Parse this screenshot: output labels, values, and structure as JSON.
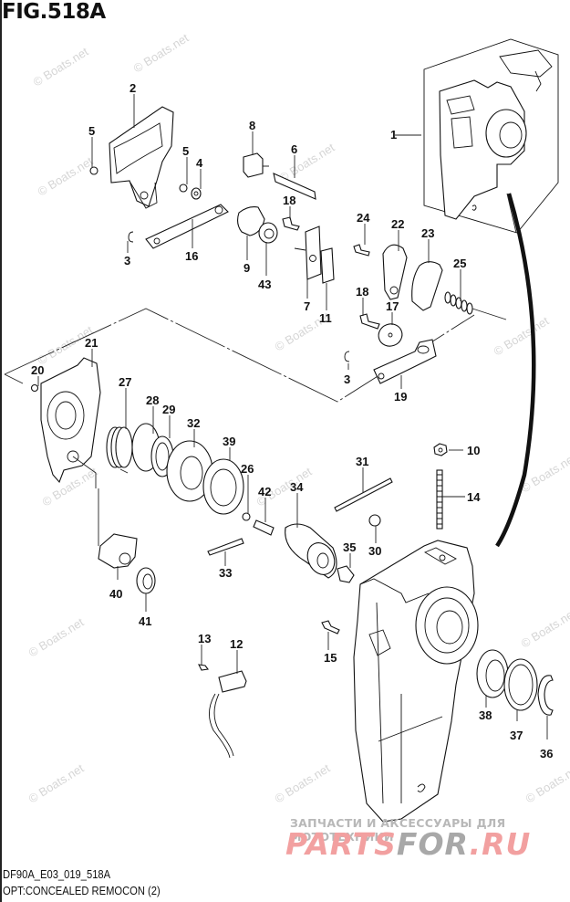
{
  "figure": {
    "title": "FIG.518A",
    "code": "DF90A_E03_019_518A",
    "description": "OPT:CONCEALED REMOCON (2)"
  },
  "watermark": {
    "text": "© Boats.net",
    "color": "#d6d6d6"
  },
  "promo": {
    "subtitle": "ЗАПЧАСТИ И АКСЕССУАРЫ ДЛЯ МОТОТЕХНИКИ",
    "brand_part1": "PARTS",
    "brand_part2": "FOR",
    "brand_part3": ".RU",
    "accent_color": "#f2a0a0",
    "secondary_color": "#a8a8a8"
  },
  "callouts": [
    {
      "id": "1",
      "part": "remote-control-assembly"
    },
    {
      "id": "2",
      "part": "cover"
    },
    {
      "id": "3a",
      "label": "3",
      "part": "e-ring"
    },
    {
      "id": "3b",
      "label": "3",
      "part": "e-ring"
    },
    {
      "id": "4",
      "part": "washer"
    },
    {
      "id": "5a",
      "label": "5",
      "part": "bushing"
    },
    {
      "id": "5b",
      "label": "5",
      "part": "bushing"
    },
    {
      "id": "6",
      "part": "shaft"
    },
    {
      "id": "7",
      "part": "plate"
    },
    {
      "id": "8",
      "part": "switch"
    },
    {
      "id": "9",
      "part": "cam"
    },
    {
      "id": "10",
      "part": "nut"
    },
    {
      "id": "11",
      "part": "plate"
    },
    {
      "id": "12",
      "part": "connector"
    },
    {
      "id": "13",
      "part": "screw"
    },
    {
      "id": "14",
      "part": "stud"
    },
    {
      "id": "15",
      "part": "screw"
    },
    {
      "id": "16",
      "part": "link"
    },
    {
      "id": "17",
      "part": "washer"
    },
    {
      "id": "18a",
      "label": "18",
      "part": "bolt"
    },
    {
      "id": "18b",
      "label": "18",
      "part": "bolt"
    },
    {
      "id": "19",
      "part": "lever"
    },
    {
      "id": "20",
      "part": "screw"
    },
    {
      "id": "21",
      "part": "plate"
    },
    {
      "id": "22",
      "part": "plate"
    },
    {
      "id": "23",
      "part": "plate"
    },
    {
      "id": "24",
      "part": "screw"
    },
    {
      "id": "25",
      "part": "spring"
    },
    {
      "id": "26",
      "part": "ball"
    },
    {
      "id": "27",
      "part": "spring"
    },
    {
      "id": "28",
      "part": "gear"
    },
    {
      "id": "29",
      "part": "ring"
    },
    {
      "id": "30",
      "part": "cap"
    },
    {
      "id": "31",
      "part": "pin"
    },
    {
      "id": "32",
      "part": "gear"
    },
    {
      "id": "33",
      "part": "pin"
    },
    {
      "id": "34",
      "part": "drum"
    },
    {
      "id": "35",
      "part": "bushing"
    },
    {
      "id": "36",
      "part": "circlip"
    },
    {
      "id": "37",
      "part": "washer"
    },
    {
      "id": "38",
      "part": "bushing"
    },
    {
      "id": "39",
      "part": "washer"
    },
    {
      "id": "40",
      "part": "holder"
    },
    {
      "id": "41",
      "part": "collar"
    },
    {
      "id": "42",
      "part": "pin"
    },
    {
      "id": "43",
      "part": "bushing"
    }
  ]
}
